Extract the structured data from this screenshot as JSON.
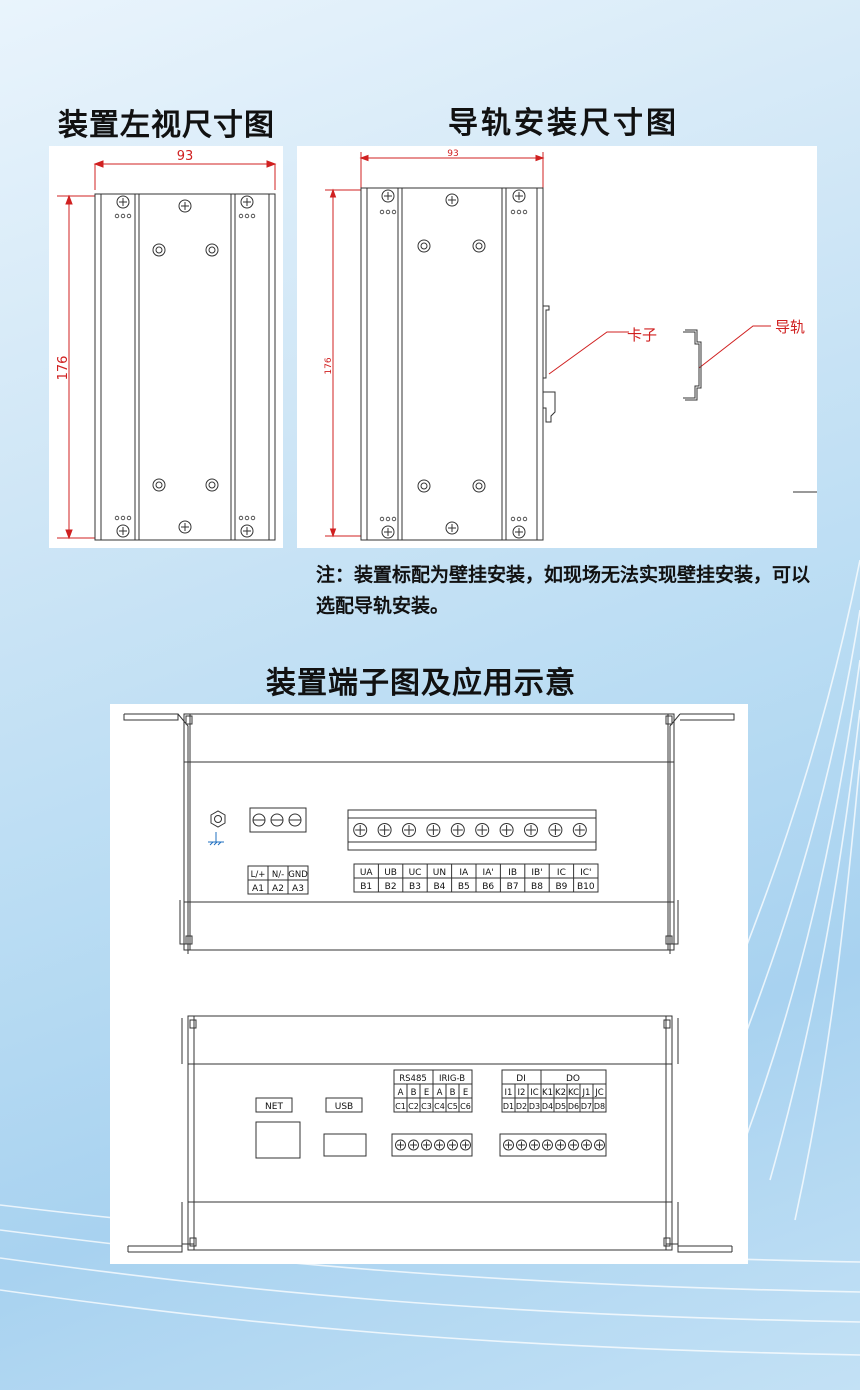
{
  "titles": {
    "left_view": "装置左视尺寸图",
    "rail_mount": "导轨安装尺寸图",
    "terminal": "装置端子图及应用示意"
  },
  "left_view": {
    "width_dim": "93",
    "height_dim": "176"
  },
  "rail_view": {
    "width_dim": "93",
    "height_dim": "176",
    "clip_label": "卡子",
    "rail_label": "导轨"
  },
  "note": "注：装置标配为壁挂安装，如现场无法实现壁挂安装，可以选配导轨安装。",
  "front_panel": {
    "power_top": [
      "L/+",
      "N/-",
      "GND"
    ],
    "power_bottom": [
      "A1",
      "A2",
      "A3"
    ],
    "analog_top": [
      "UA",
      "UB",
      "UC",
      "UN",
      "IA",
      "IA'",
      "IB",
      "IB'",
      "IC",
      "IC'"
    ],
    "analog_bottom": [
      "B1",
      "B2",
      "B3",
      "B4",
      "B5",
      "B6",
      "B7",
      "B8",
      "B9",
      "B10"
    ]
  },
  "rear_panel": {
    "net_label": "NET",
    "usb_label": "USB",
    "comm_header1": "RS485",
    "comm_header2": "IRIG-B",
    "comm_row1": [
      "A",
      "B",
      "E",
      "A",
      "B",
      "E"
    ],
    "comm_row2": [
      "C1",
      "C2",
      "C3",
      "C4",
      "C5",
      "C6"
    ],
    "io_header1": "DI",
    "io_header2": "DO",
    "io_row1": [
      "I1",
      "I2",
      "IC",
      "K1",
      "K2",
      "KC",
      "J1",
      "JC"
    ],
    "io_row2": [
      "D1",
      "D2",
      "D3",
      "D4",
      "D5",
      "D6",
      "D7",
      "D8"
    ]
  }
}
